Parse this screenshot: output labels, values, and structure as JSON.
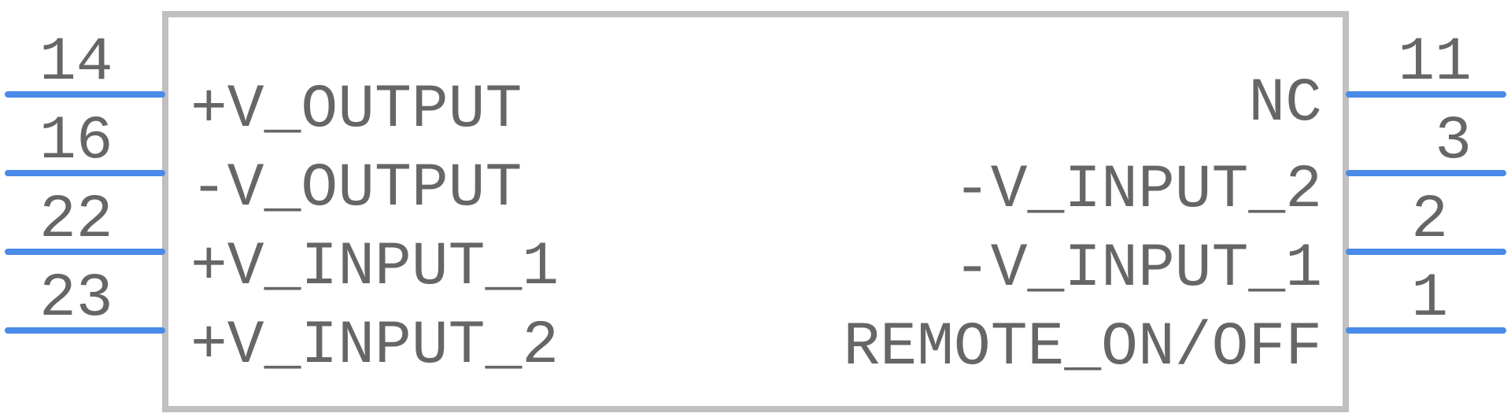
{
  "colors": {
    "pin": "#4a8ae8",
    "body_outline": "#c0c0c0",
    "text": "#666666"
  },
  "component": {
    "left_pins": [
      {
        "number": "14",
        "name": "+V_OUTPUT"
      },
      {
        "number": "16",
        "name": "-V_OUTPUT"
      },
      {
        "number": "22",
        "name": "+V_INPUT_1"
      },
      {
        "number": "23",
        "name": "+V_INPUT_2"
      }
    ],
    "right_pins": [
      {
        "number": "11",
        "name": "NC"
      },
      {
        "number": "3",
        "name": "-V_INPUT_2"
      },
      {
        "number": "2",
        "name": "-V_INPUT_1"
      },
      {
        "number": "1",
        "name": "REMOTE_ON/OFF"
      }
    ]
  }
}
